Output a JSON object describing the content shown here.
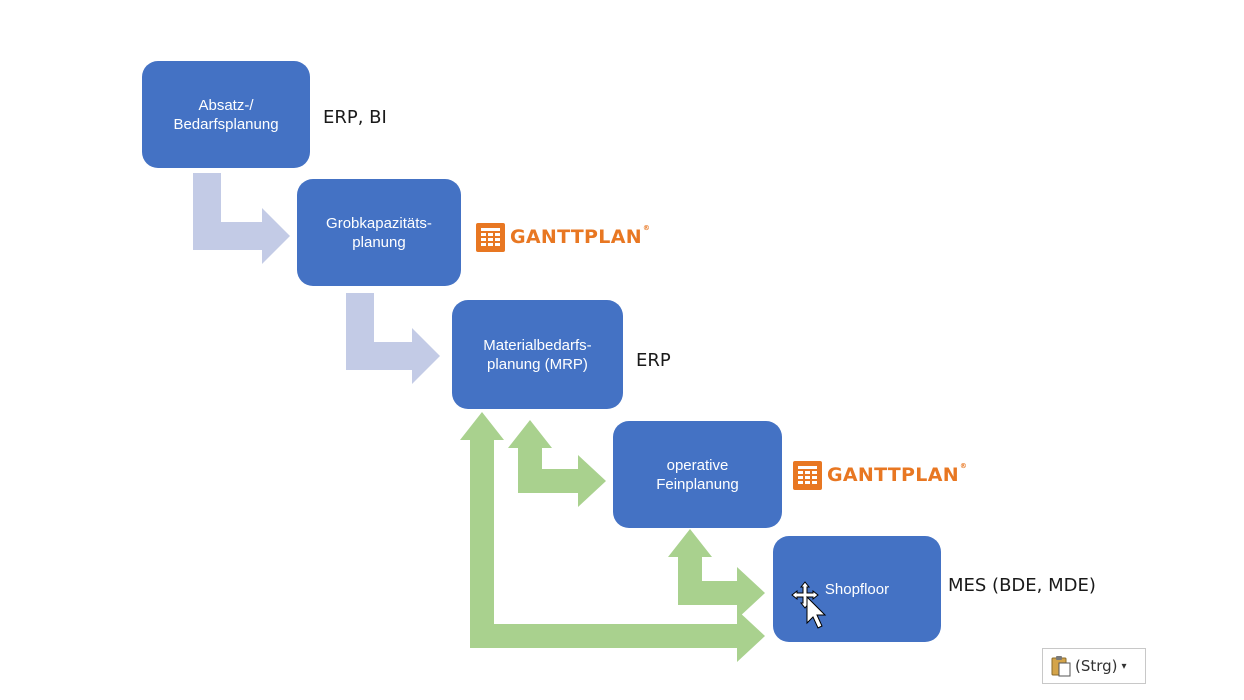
{
  "diagram": {
    "boxes": [
      {
        "text": "Absatz-/\nBedarfsplanung",
        "system": "ERP, BI"
      },
      {
        "text": "Grobkapazitäts-\nplanung",
        "logo": "GANTTPLAN"
      },
      {
        "text": "Materialbedarfs-\nplanung (MRP)",
        "system": "ERP"
      },
      {
        "text": "operative\nFeinplanung",
        "logo": "GANTTPLAN"
      },
      {
        "text": "Shopfloor",
        "system": "MES (BDE, MDE)"
      }
    ],
    "logo_icon": "ganttplan-logo-icon",
    "trademark": "®"
  },
  "colors": {
    "box": "#4472c4",
    "box_text": "#ffffff",
    "arrow_down": "#c3cbe6",
    "arrow_feedback": "#a9d18e",
    "logo": "#e87722"
  },
  "paste_options": {
    "label": "(Strg)",
    "icon": "clipboard-paste-icon",
    "caret": "▾"
  },
  "cursor_icon": "move-cursor-icon"
}
